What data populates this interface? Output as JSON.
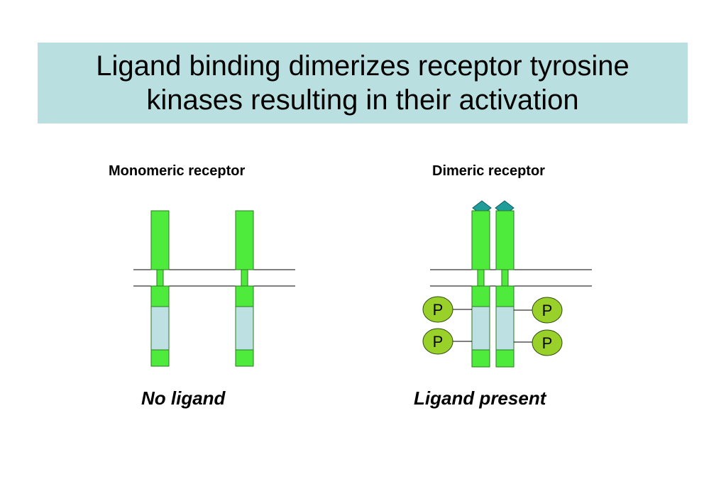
{
  "title": {
    "line1": "Ligand binding dimerizes receptor tyrosine",
    "line2": "kinases resulting in their activation"
  },
  "diagram": {
    "left_label": "Monomeric receptor",
    "right_label": "Dimeric receptor",
    "left_caption": "No ligand",
    "right_caption": "Ligand present",
    "phospho_label": "P",
    "colors": {
      "receptor": "#4eea3c",
      "kinase_domain": "#bde0e3",
      "ligand": "#1f9d9a",
      "phosphate": "#99d12a",
      "title_bg": "#b9dfe0"
    }
  }
}
